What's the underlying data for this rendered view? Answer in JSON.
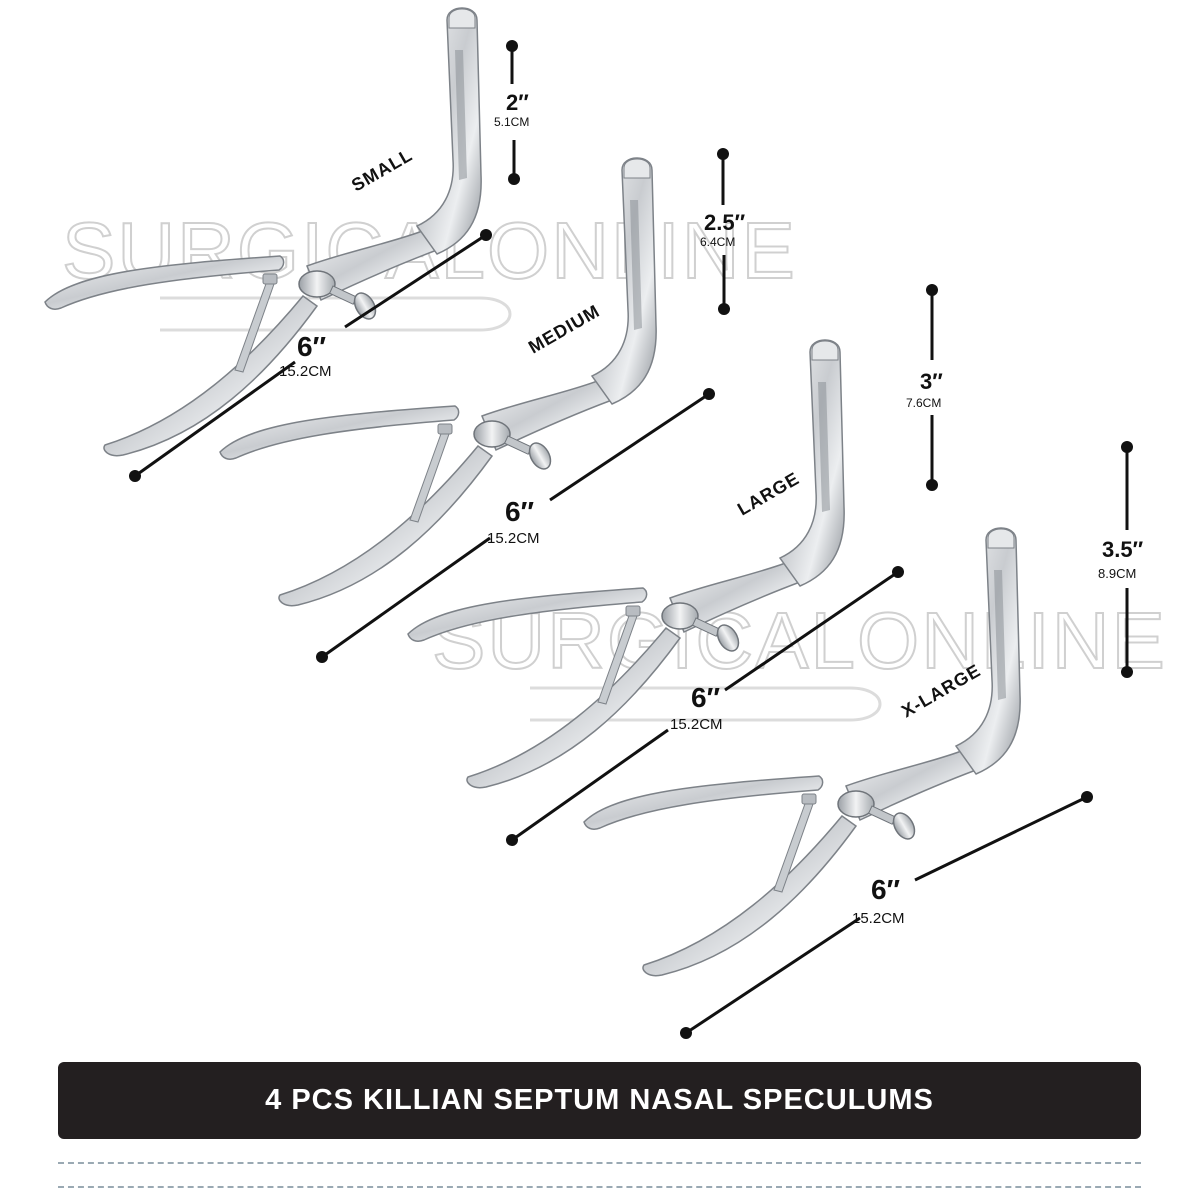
{
  "watermark": {
    "line1": "SURGICALONLINE",
    "line2": "SURGICALONLINE"
  },
  "instruments": [
    {
      "size_label": "SMALL",
      "blade_in": "2″",
      "blade_cm": "5.1CM",
      "overall_in": "6″",
      "overall_cm": "15.2CM"
    },
    {
      "size_label": "MEDIUM",
      "blade_in": "2.5″",
      "blade_cm": "6.4CM",
      "overall_in": "6″",
      "overall_cm": "15.2CM"
    },
    {
      "size_label": "LARGE",
      "blade_in": "3″",
      "blade_cm": "7.6CM",
      "overall_in": "6″",
      "overall_cm": "15.2CM"
    },
    {
      "size_label": "X-LARGE",
      "blade_in": "3.5″",
      "blade_cm": "8.9CM",
      "overall_in": "6″",
      "overall_cm": "15.2CM"
    }
  ],
  "banner": {
    "title": "4 PCS KILLIAN SEPTUM NASAL SPECULUMS"
  },
  "colors": {
    "banner_bg": "#231f20",
    "banner_text": "#ffffff",
    "steel_light": "#eef0f2",
    "steel_dark": "#8a8f95",
    "dim_line": "#111111",
    "dash": "#9aa9b3"
  }
}
